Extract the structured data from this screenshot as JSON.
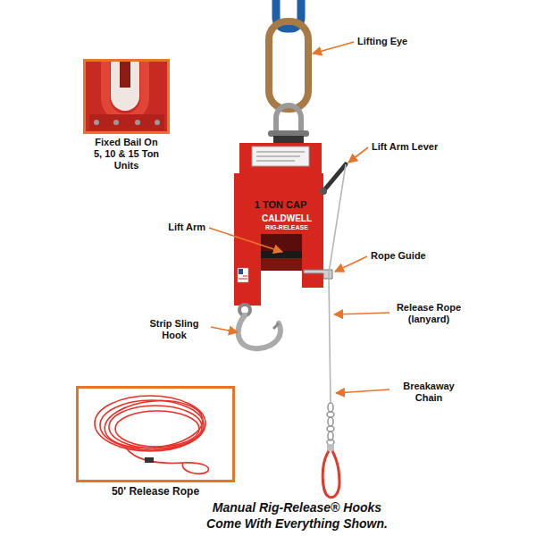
{
  "diagram": {
    "caption": "Manual Rig-Release® Hooks Come With Everything Shown.",
    "nodes": [
      {
        "text": [
          "Fixed Bail On 5, 10 & 15 Ton Units"
        ]
      },
      {
        "text": [
          "50' Release Rope"
        ]
      }
    ],
    "labels": [
      "Lifting Eye",
      "1 TON CAP",
      "CALDWELL",
      "RIG-RELEASE",
      "Lift Arm Lever",
      "Lift Arm",
      "Rope Guide",
      "Release Rope (lanyard)",
      "Strip Sling Hook",
      "Breakaway Chain"
    ]
  }
}
